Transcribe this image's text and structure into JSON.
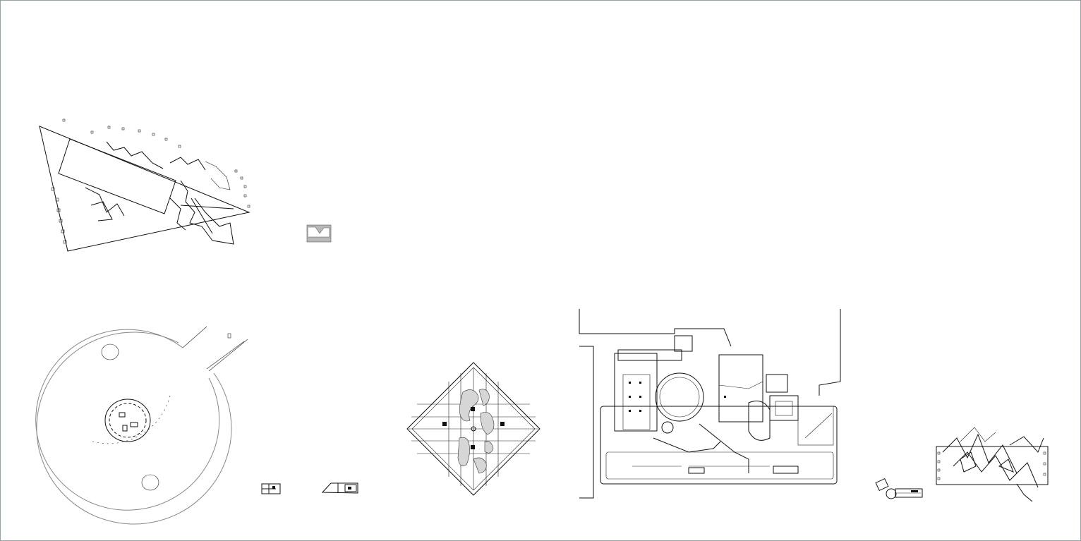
{
  "canvas": {
    "background": "#ffffff",
    "border_color": "#9aa3a3",
    "line_color": "#111111"
  },
  "drawings": [
    {
      "id": "wedge-site-plan",
      "kind": "plan"
    },
    {
      "id": "hatched-thumbnail",
      "kind": "thumbnail"
    },
    {
      "id": "circular-plan",
      "kind": "plan"
    },
    {
      "id": "small-plan-a",
      "kind": "thumbnail"
    },
    {
      "id": "small-plan-b",
      "kind": "thumbnail"
    },
    {
      "id": "diamond-grid-plan",
      "kind": "plan"
    },
    {
      "id": "museum-complex-plan",
      "kind": "plan"
    },
    {
      "id": "tiny-site-thumbnail",
      "kind": "thumbnail"
    },
    {
      "id": "fragmented-plan",
      "kind": "plan"
    }
  ]
}
